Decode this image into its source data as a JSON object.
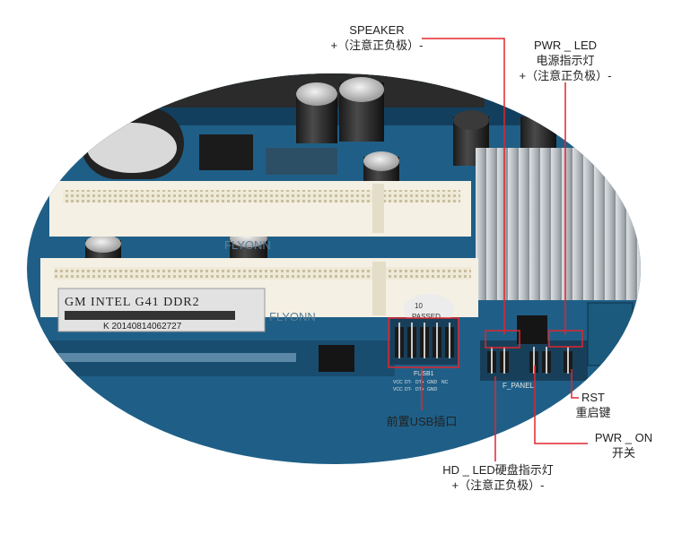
{
  "board": {
    "label_main": "GM  INTEL  G41  DDR2",
    "label_serial": "K 20140814062727",
    "sticker_top": "10",
    "sticker_bottom": "PASSED",
    "silk_usb": "FUSB1",
    "silk_panel": "F_PANEL",
    "silk_vcc1": "VCC",
    "silk_vcc2": "VCC",
    "silk_dt1": "DT-",
    "silk_dt2": "DT-",
    "silk_dp1": "DT+",
    "silk_dp2": "DT+",
    "silk_gnd1": "GND",
    "silk_gnd2": "GND",
    "silk_nc": "NC",
    "silk_watermark1": "FLYONN",
    "silk_watermark2": "FLYONN"
  },
  "callouts": {
    "speaker": {
      "title": "SPEAKER",
      "note": "+（注意正负极）-"
    },
    "pwr_led": {
      "title": "PWR _ LED",
      "subtitle": "电源指示灯",
      "note": "+（注意正负极）-"
    },
    "rst": {
      "title": "RST",
      "subtitle": "重启键"
    },
    "pwr_on": {
      "title": "PWR _ ON",
      "subtitle": "开关"
    },
    "hd_led": {
      "title": "HD _ LED硬盘指示灯",
      "note": "+（注意正负极）-"
    },
    "usb": {
      "title": "前置USB插口"
    }
  },
  "colors": {
    "pcb": "#1f5f87",
    "pcb_dark": "#133f5e",
    "slot": "#f4f0e4",
    "heatsink": "#cfd3d6",
    "callout_red": "#e0262c",
    "text": "#222222"
  }
}
